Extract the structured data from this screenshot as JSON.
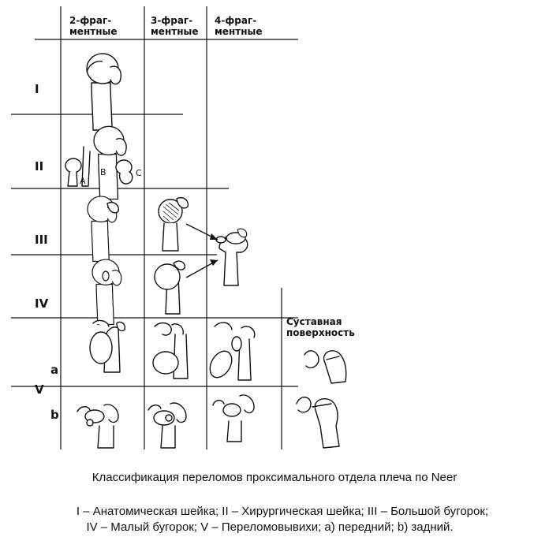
{
  "headers": {
    "col1_line1": "2-фраг-",
    "col1_line2": "ментные",
    "col2_line1": "3-фраг-",
    "col2_line2": "ментные",
    "col3_line1": "4-фраг-",
    "col3_line2": "ментные",
    "col4_line1": "Суставная",
    "col4_line2": "поверхность"
  },
  "rows": {
    "r1": "I",
    "r2": "II",
    "r3": "III",
    "r4": "IV",
    "r5": "V",
    "r5a": "a",
    "r5b": "b"
  },
  "sublabels": {
    "a": "A",
    "b": "B",
    "c": "C"
  },
  "caption": {
    "title": "Классификация переломов проксимального отдела плеча по Neer",
    "legend_line1": "I – Анатомическая шейка; II – Хирургическая шейка; III – Большой бугорок;",
    "legend_line2": "IV – Малый бугорок; V – Переломовывихи; а) передний; b) задний."
  }
}
